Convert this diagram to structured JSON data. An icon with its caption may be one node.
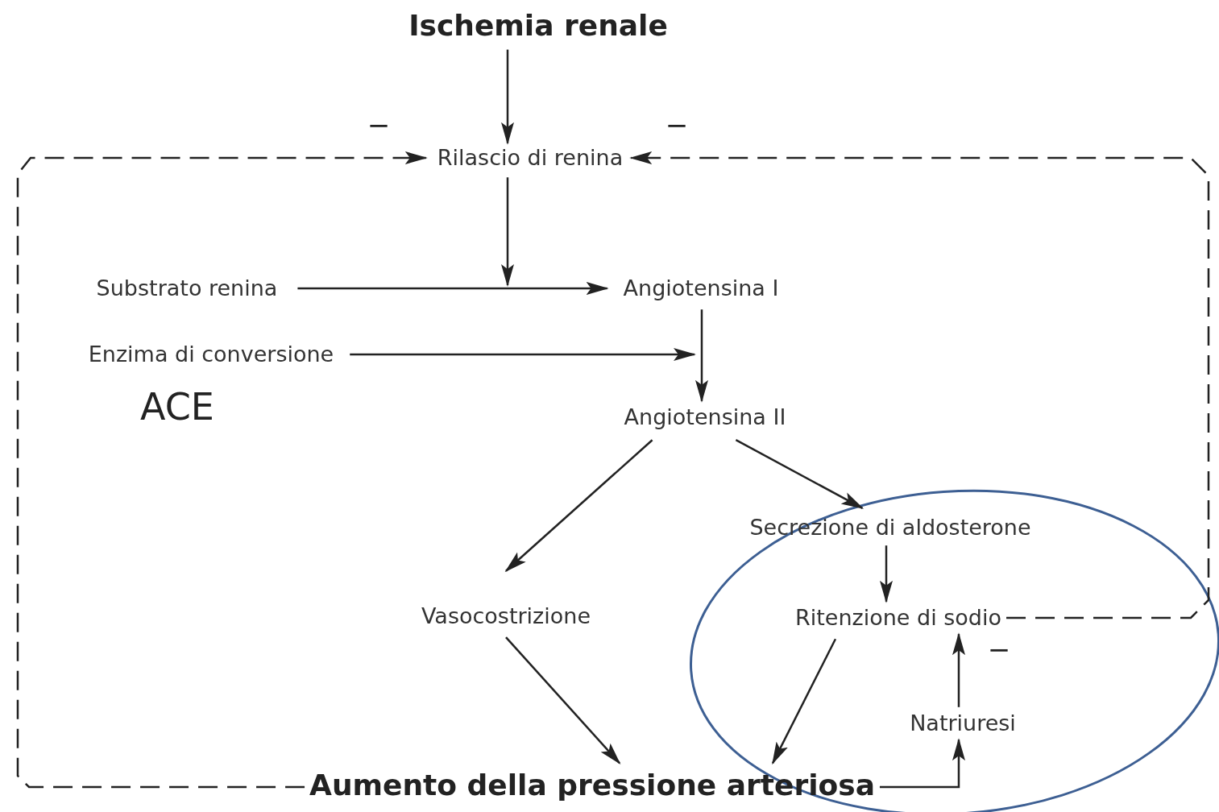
{
  "diagram": {
    "nodes": [
      {
        "text": [
          "Ischemia renale"
        ]
      },
      {
        "text": [
          "Rilascio di renina"
        ]
      },
      {
        "text": [
          "Substrato renina"
        ]
      },
      {
        "text": [
          "Angiotensina I"
        ]
      },
      {
        "text": [
          "Enzima di conversione"
        ]
      },
      {
        "text": [
          "Angiotensina II"
        ]
      },
      {
        "text": [
          "Secrezione di aldosterone"
        ]
      },
      {
        "text": [
          "Vasocostrizione"
        ]
      },
      {
        "text": [
          "Ritenzione di sodio"
        ]
      },
      {
        "text": [
          "Natriuresi"
        ]
      },
      {
        "text": [
          "Aumento della pressione arteriosa"
        ]
      }
    ],
    "edges": [
      {
        "from": 0,
        "to": 1,
        "arrow": "to"
      },
      {
        "from": 1,
        "to": null,
        "arrow": "to"
      },
      {
        "from": 2,
        "to": 3,
        "arrow": "to"
      },
      {
        "from": 3,
        "to": 5,
        "arrow": "to"
      },
      {
        "from": 4,
        "to": null,
        "arrow": "to"
      },
      {
        "from": 5,
        "to": 7,
        "arrow": "to"
      },
      {
        "from": 5,
        "to": 6,
        "arrow": "to"
      },
      {
        "from": 6,
        "to": 8,
        "arrow": "to"
      },
      {
        "from": 7,
        "to": 10,
        "arrow": "to"
      },
      {
        "from": 8,
        "to": 10,
        "arrow": "to"
      },
      {
        "from": 10,
        "to": 9,
        "arrow": "to"
      },
      {
        "from": 9,
        "to": 8,
        "arrow": "to"
      },
      {
        "from": 10,
        "to": 1,
        "arrow": "to",
        "style": "dashed"
      },
      {
        "from": 8,
        "to": 1,
        "arrow": "to",
        "style": "dashed"
      }
    ],
    "labels": [
      "−",
      "−",
      "ACE",
      "−"
    ]
  }
}
